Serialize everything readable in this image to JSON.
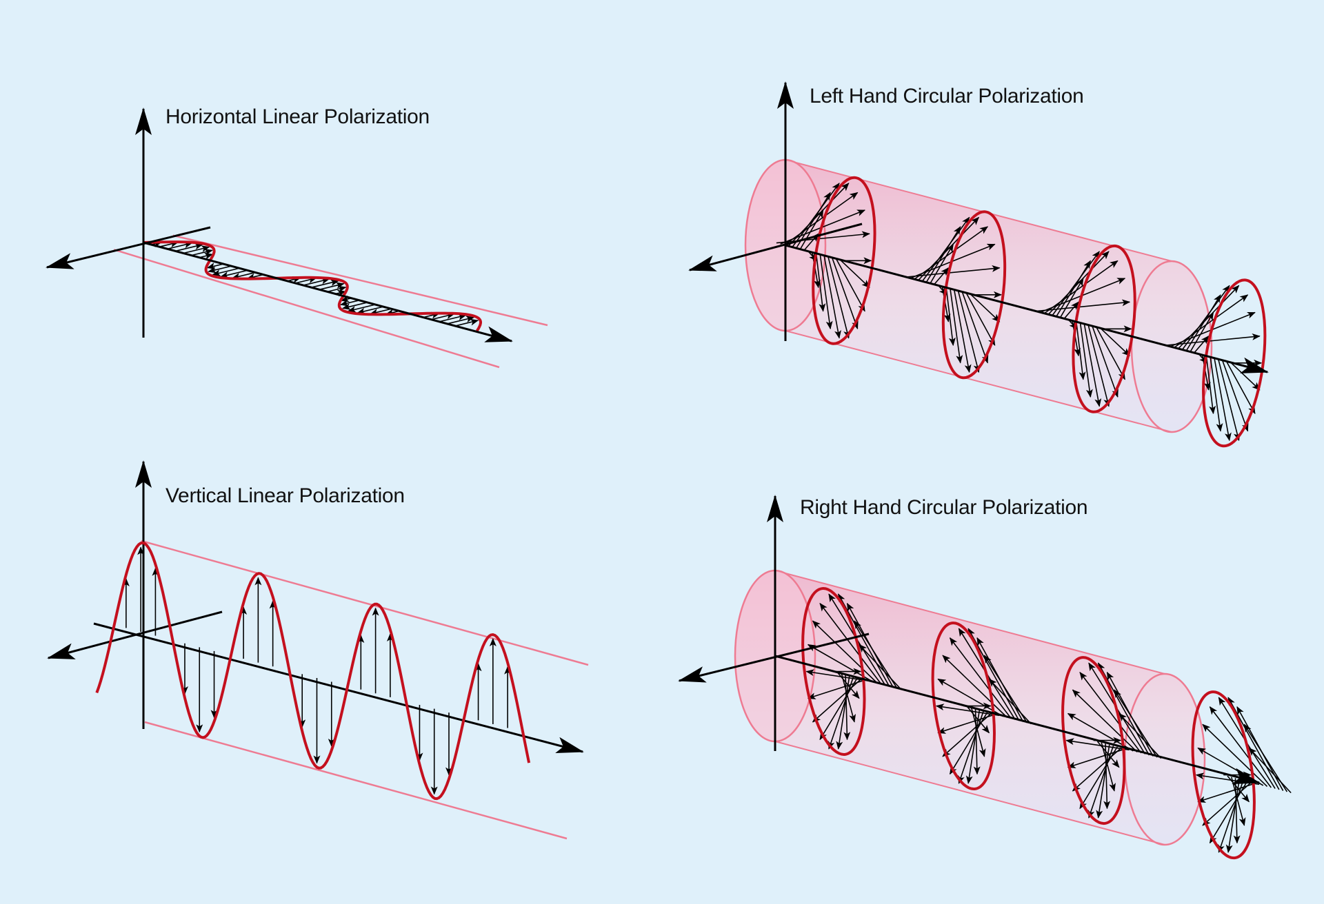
{
  "colors": {
    "background": "#dff0fa",
    "wave": "#c4101e",
    "envelope": "#ee7b92",
    "cylinder_fill": "#f4b9cf",
    "axis": "#000000"
  },
  "panels": [
    {
      "id": "horizontal-linear",
      "title": "Horizontal Linear Polarization"
    },
    {
      "id": "left-hand-circular",
      "title": "Left Hand Circular Polarization"
    },
    {
      "id": "vertical-linear",
      "title": "Vertical Linear Polarization"
    },
    {
      "id": "right-hand-circular",
      "title": "Right Hand Circular Polarization"
    }
  ]
}
